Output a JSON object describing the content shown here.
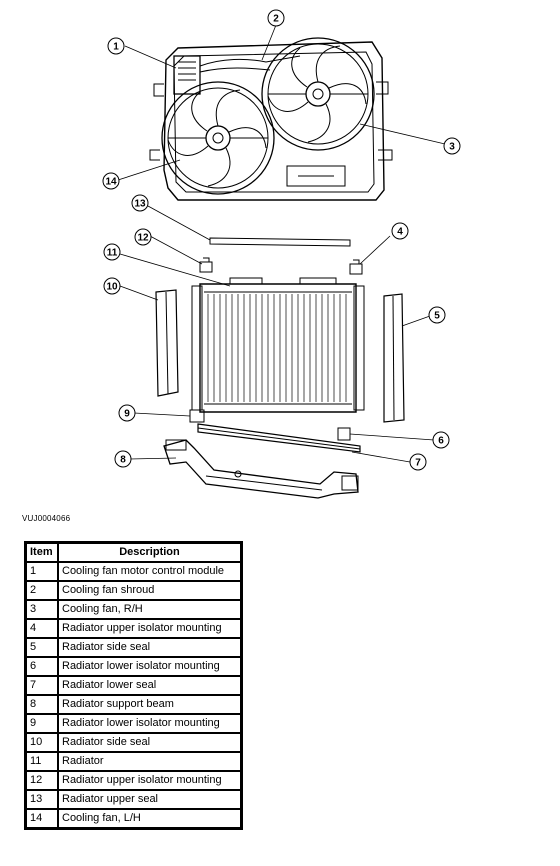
{
  "figure_id": "VUJ0004066",
  "table": {
    "header_item": "Item",
    "header_description": "Description",
    "rows": [
      {
        "item": "1",
        "description": "Cooling fan motor control module"
      },
      {
        "item": "2",
        "description": "Cooling fan shroud"
      },
      {
        "item": "3",
        "description": "Cooling fan, R/H"
      },
      {
        "item": "4",
        "description": "Radiator upper isolator mounting"
      },
      {
        "item": "5",
        "description": "Radiator side seal"
      },
      {
        "item": "6",
        "description": "Radiator lower isolator mounting"
      },
      {
        "item": "7",
        "description": "Radiator lower seal"
      },
      {
        "item": "8",
        "description": "Radiator support beam"
      },
      {
        "item": "9",
        "description": "Radiator lower isolator mounting"
      },
      {
        "item": "10",
        "description": "Radiator side seal"
      },
      {
        "item": "11",
        "description": "Radiator"
      },
      {
        "item": "12",
        "description": "Radiator upper isolator mounting"
      },
      {
        "item": "13",
        "description": "Radiator upper seal"
      },
      {
        "item": "14",
        "description": "Cooling fan, L/H"
      }
    ]
  },
  "callouts": [
    "1",
    "2",
    "3",
    "4",
    "5",
    "6",
    "7",
    "8",
    "9",
    "10",
    "11",
    "12",
    "13",
    "14"
  ]
}
